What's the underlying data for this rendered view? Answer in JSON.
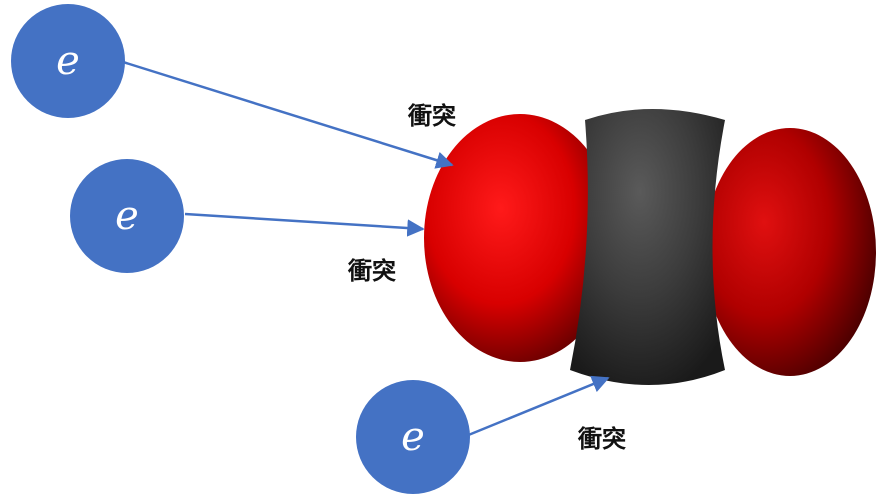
{
  "electrons": [
    {
      "symbol": "e"
    },
    {
      "symbol": "e"
    },
    {
      "symbol": "e"
    }
  ],
  "labels": {
    "collision_top": "衝突",
    "collision_middle": "衝突",
    "collision_bottom": "衝突"
  },
  "colors": {
    "electron": "#4472C4",
    "arrow": "#4472C4",
    "oxygen": "#E00000",
    "carbon": "#3A3A3A"
  }
}
